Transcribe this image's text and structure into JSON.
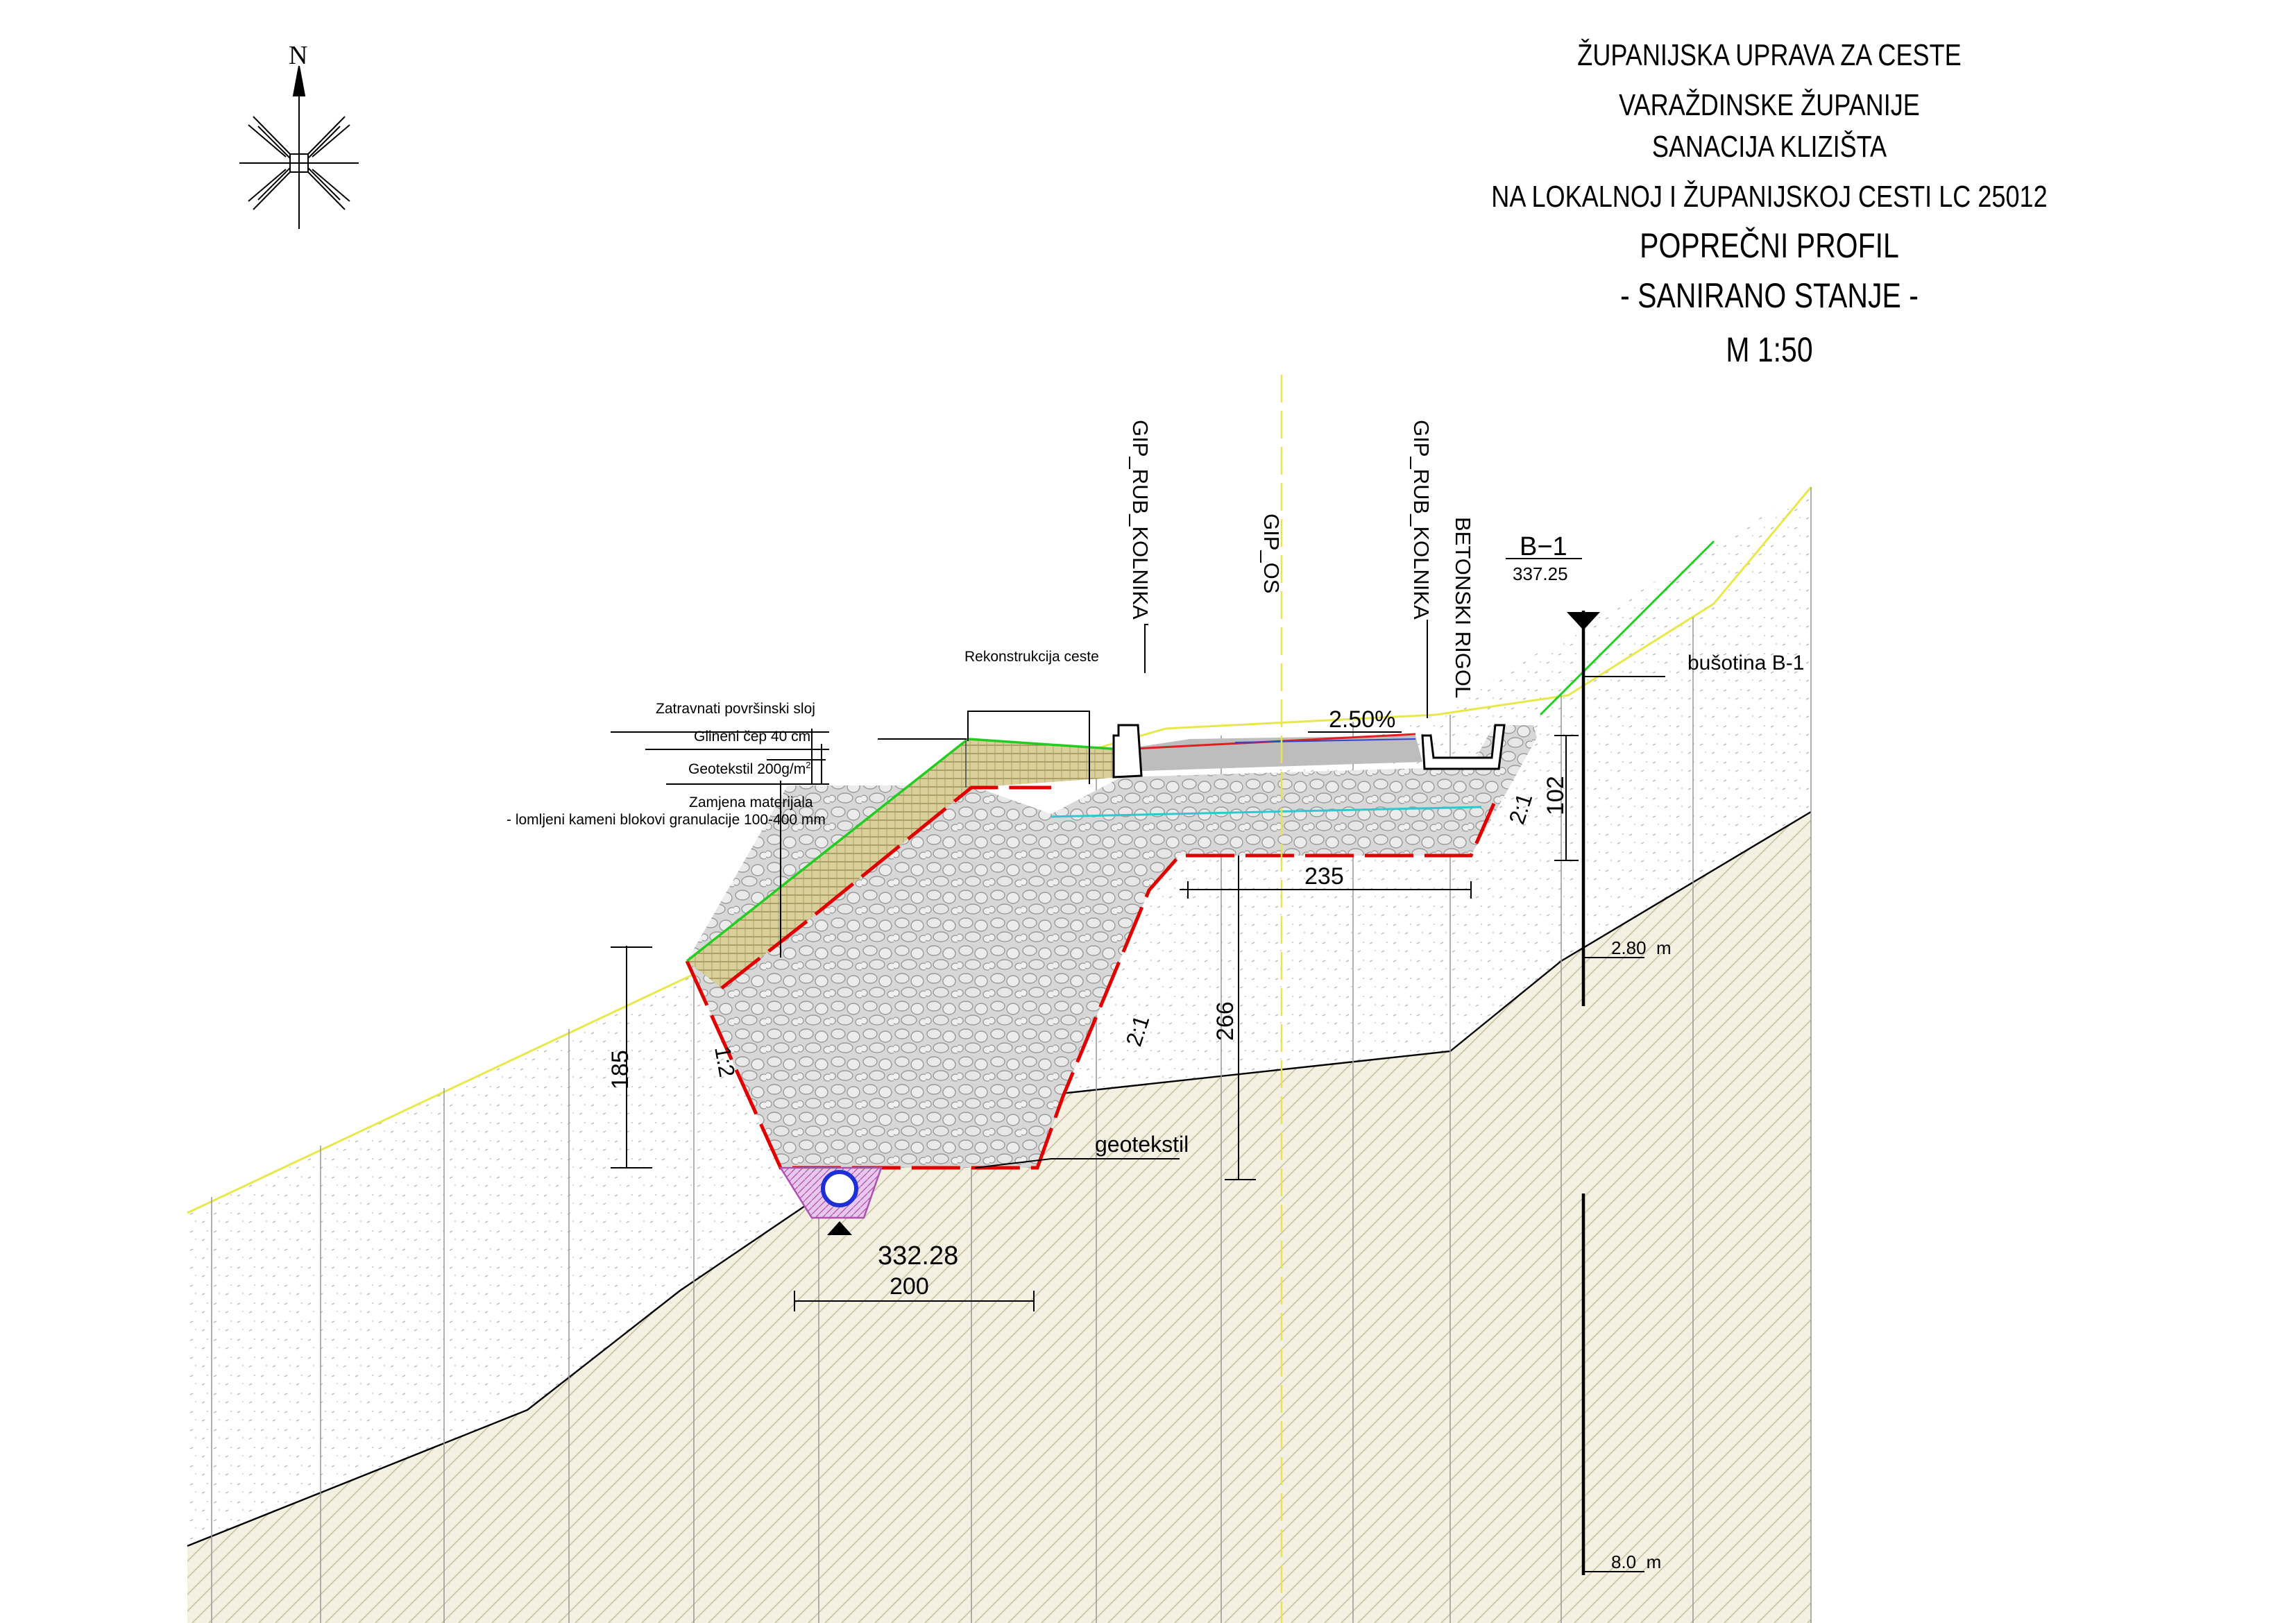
{
  "compass": {
    "north_label": "N",
    "icon": "north-arrow-compass-icon"
  },
  "title_block": {
    "line1": "ŽUPANIJSKA UPRAVA ZA CESTE",
    "line2": "VARAŽDINSKE ŽUPANIJE",
    "line3": "SANACIJA KLIZIŠTA",
    "line4": "NA LOKALNOJ I ŽUPANIJSKOJ CESTI LC 25012",
    "title": "POPREČNI PROFIL",
    "subtitle": "- SANIRANO STANJE -",
    "scale": "M 1:50"
  },
  "vertical_labels": {
    "road_edge_left": "GIP_RUB_KOLNIKA",
    "axis": "GIP_OS",
    "road_edge_right": "GIP_RUB_KOLNIKA",
    "drain": "BETONSKI RIGOL"
  },
  "legend": {
    "reconstruction": "Rekonstrukcija ceste",
    "grass_layer": "Zatravnati površinski sloj",
    "clay_plug": "Glineni čep 40 cm",
    "geotextile": "Geotekstil 200g/m",
    "geotextile_sup": "2",
    "replacement": "Zamjena materijala",
    "replacement_detail": "- lomljeni kameni blokovi granulacije 100-400 mm"
  },
  "annotations": {
    "crossfall": "2.50%",
    "geotextile_label": "geotekstil",
    "borehole_label": "bušotina B-1",
    "borehole_id": "B−1",
    "borehole_elevation": "337.25",
    "depth_top": "2.80  m",
    "depth_bottom": "8.0  m",
    "pipe_elevation": "332.28",
    "slope_left": "1:2",
    "slope_mid": "2:1",
    "slope_right": "2:1"
  },
  "dimensions": {
    "d185": "185",
    "d266": "266",
    "d235": "235",
    "d102": "102",
    "d200": "200"
  },
  "colors": {
    "terrain_line": "#e8e84a",
    "excavation_outline": "#e00000",
    "grass_outline": "#22cc22",
    "geotextile_line": "#30c8d0",
    "axis_line": "#e6e64a",
    "bedrock_fill": "#f3f0e1",
    "stone_fill": "#d7d7d7",
    "clay_fill": "#d9cf9a",
    "pipe_blue": "#1c2fd8",
    "drain_magenta": "#c040c0"
  }
}
